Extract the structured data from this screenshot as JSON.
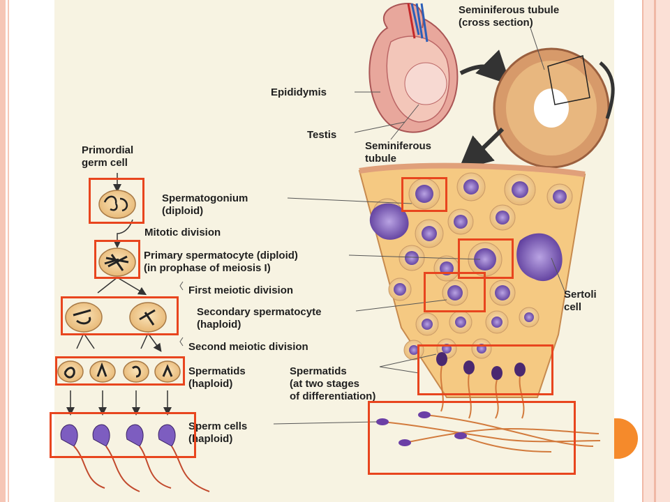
{
  "labels": {
    "seminiferous_tubule_cross": "Seminiferous tubule\n(cross section)",
    "epididymis": "Epididymis",
    "testis": "Testis",
    "seminiferous_tubule": "Seminiferous\ntubule",
    "primordial_germ_cell": "Primordial\ngerm cell",
    "spermatogonium": "Spermatogonium\n(diploid)",
    "mitotic_division": "Mitotic division",
    "primary_spermatocyte": "Primary spermatocyte (diploid)\n(in prophase of meiosis I)",
    "first_meiotic_division": "First meiotic division",
    "secondary_spermatocyte": "Secondary spermatocyte\n(haploid)",
    "second_meiotic_division": "Second meiotic division",
    "spermatids_left": "Spermatids\n(haploid)",
    "spermatids_right": "Spermatids\n(at two stages\nof differentiation)",
    "sperm_cells": "Sperm cells\n(haploid)",
    "sertoli_cell": "Sertoli\ncell"
  },
  "colors": {
    "highlight": "#e8451e",
    "cell_fill": "#f2c98e",
    "nucleus": "#7a4fb0",
    "tissue": "#f5c982",
    "accent_tab": "#f58a2b"
  }
}
